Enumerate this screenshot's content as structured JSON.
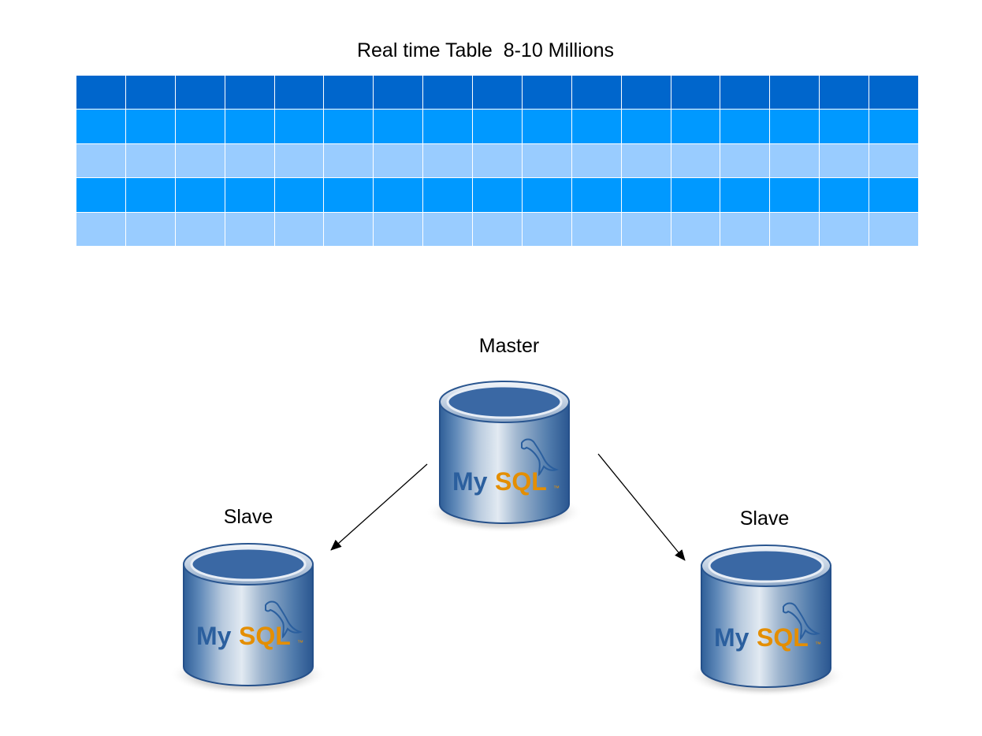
{
  "table": {
    "title": "Real time Table  8-10 Millions",
    "columns": 17,
    "rows": 5,
    "row_colors": [
      "#0066cc",
      "#0099ff",
      "#99ccff",
      "#0099ff",
      "#99ccff"
    ]
  },
  "nodes": {
    "master": {
      "label": "Master",
      "logo_text_a": "My",
      "logo_text_b": "SQL",
      "logo_tm": "™"
    },
    "slave_left": {
      "label": "Slave",
      "logo_text_a": "My",
      "logo_text_b": "SQL",
      "logo_tm": "™"
    },
    "slave_right": {
      "label": "Slave",
      "logo_text_a": "My",
      "logo_text_b": "SQL",
      "logo_tm": "™"
    }
  },
  "edges": [
    {
      "from": "master",
      "to": "slave_left"
    },
    {
      "from": "master",
      "to": "slave_right"
    }
  ],
  "colors": {
    "logo_blue": "#2b5f9e",
    "logo_orange": "#e48e00",
    "cylinder_dark": "#2d5a94",
    "cylinder_light": "#c7d6e6"
  }
}
